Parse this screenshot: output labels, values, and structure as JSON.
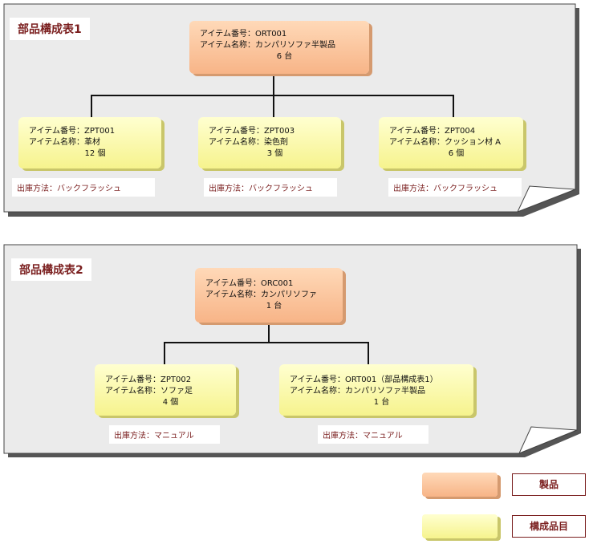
{
  "panel1": {
    "title": "部品構成表1",
    "parent": {
      "number": "アイテム番号：ORT001",
      "name": "アイテム名称：カンパリソファ半製品",
      "qty": "6 台"
    },
    "children": [
      {
        "number": "アイテム番号：ZPT001",
        "name": "アイテム名称：革材",
        "qty": "12 個",
        "method": "出庫方法：バックフラッシュ"
      },
      {
        "number": "アイテム番号：ZPT003",
        "name": "アイテム名称：染色剤",
        "qty": "3 個",
        "method": "出庫方法：バックフラッシュ"
      },
      {
        "number": "アイテム番号：ZPT004",
        "name": "アイテム名称：クッション材 A",
        "qty": "6 個",
        "method": "出庫方法：バックフラッシュ"
      }
    ]
  },
  "panel2": {
    "title": "部品構成表2",
    "parent": {
      "number": "アイテム番号：ORC001",
      "name": "アイテム名称：カンパリソファ",
      "qty": "1 台"
    },
    "children": [
      {
        "number": "アイテム番号：ZPT002",
        "name": "アイテム名称：ソファ足",
        "qty": "4 個",
        "method": "出庫方法：マニュアル"
      },
      {
        "number": "アイテム番号：ORT001（部品構成表1）",
        "name": "アイテム名称：カンパリソファ半製品",
        "qty": "1 台",
        "method": "出庫方法：マニュアル"
      }
    ]
  },
  "legend": {
    "product": "製品",
    "component": "構成品目"
  },
  "colors": {
    "panel_bg": "#ebebeb",
    "title_text": "#7a1e1e",
    "parent_fill": "#f7b487",
    "child_fill": "#f6f38d"
  }
}
